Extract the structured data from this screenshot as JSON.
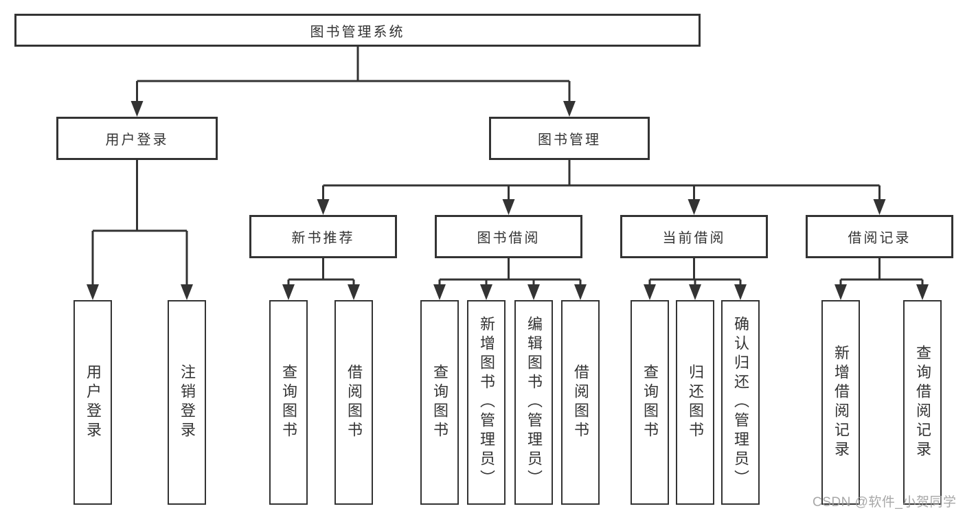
{
  "diagram": {
    "type": "hierarchy-tree",
    "colors": {
      "background": "#ffffff",
      "line": "#333333",
      "box_border": "#333333",
      "box_fill": "#ffffff",
      "text": "#333333",
      "watermark_text": "#9e9e9e"
    },
    "watermark": "CSDN @软件_小贺同学",
    "tree": {
      "label": "图书管理系统",
      "children": [
        {
          "label": "用户登录",
          "children": [
            {
              "label": "用户登录"
            },
            {
              "label": "注销登录"
            }
          ]
        },
        {
          "label": "图书管理",
          "children": [
            {
              "label": "新书推荐",
              "children": [
                {
                  "label": "查询图书"
                },
                {
                  "label": "借阅图书"
                }
              ]
            },
            {
              "label": "图书借阅",
              "children": [
                {
                  "label": "查询图书"
                },
                {
                  "label": "新增图书（管理员）"
                },
                {
                  "label": "编辑图书（管理员）"
                },
                {
                  "label": "借阅图书"
                }
              ]
            },
            {
              "label": "当前借阅",
              "children": [
                {
                  "label": "查询图书"
                },
                {
                  "label": "归还图书"
                },
                {
                  "label": "确认归还（管理员）"
                }
              ]
            },
            {
              "label": "借阅记录",
              "children": [
                {
                  "label": "新增借阅记录"
                },
                {
                  "label": "查询借阅记录"
                }
              ]
            }
          ]
        }
      ]
    }
  }
}
